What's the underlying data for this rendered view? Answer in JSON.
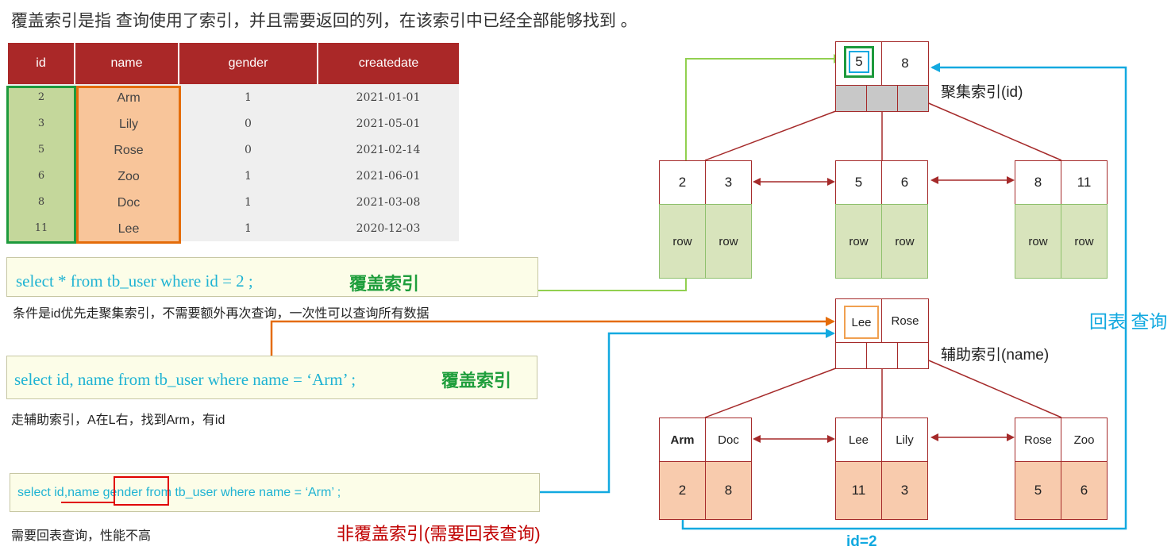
{
  "title": "覆盖索引是指 查询使用了索引，并且需要返回的列，在该索引中已经全部能够找到 。",
  "table": {
    "headers": [
      "id",
      "name",
      "gender",
      "createdate"
    ],
    "rows": [
      [
        "2",
        "Arm",
        "1",
        "2021-01-01"
      ],
      [
        "3",
        "Lily",
        "0",
        "2021-05-01"
      ],
      [
        "5",
        "Rose",
        "0",
        "2021-02-14"
      ],
      [
        "6",
        "Zoo",
        "1",
        "2021-06-01"
      ],
      [
        "8",
        "Doc",
        "1",
        "2021-03-08"
      ],
      [
        "11",
        "Lee",
        "1",
        "2020-12-03"
      ]
    ]
  },
  "queries": [
    {
      "sql": "select  *  from  tb_user  where  id  =  2 ;",
      "label": "覆盖索引",
      "note": "条件是id优先走聚集索引，不需要额外再次查询，一次性可以查询所有数据"
    },
    {
      "sql": "select  id, name  from  tb_user  where  name = ‘Arm’ ;",
      "label": "覆盖索引",
      "note": "走辅助索引，A在L右，找到Arm，有id"
    },
    {
      "sql_parts": [
        "select  ",
        "id,name ",
        "gender",
        "  from  tb_user  where  name = ‘Arm’ ;"
      ],
      "label": "非覆盖索引(需要回表查询)",
      "note": "需要回表查询，性能不高"
    }
  ],
  "clustered_index": {
    "label": "聚集索引(id)",
    "root": [
      "5",
      "8"
    ],
    "leaves": [
      {
        "keys": [
          "2",
          "3"
        ],
        "rows": [
          "row",
          "row"
        ]
      },
      {
        "keys": [
          "5",
          "6"
        ],
        "rows": [
          "row",
          "row"
        ]
      },
      {
        "keys": [
          "8",
          "11"
        ],
        "rows": [
          "row",
          "row"
        ]
      }
    ]
  },
  "secondary_index": {
    "label": "辅助索引(name)",
    "root": [
      "Lee",
      "Rose"
    ],
    "leaves": [
      {
        "keys": [
          "Arm",
          "Doc"
        ],
        "ids": [
          "2",
          "8"
        ]
      },
      {
        "keys": [
          "Lee",
          "Lily"
        ],
        "ids": [
          "11",
          "3"
        ]
      },
      {
        "keys": [
          "Rose",
          "Zoo"
        ],
        "ids": [
          "5",
          "6"
        ]
      }
    ]
  },
  "back_to_table_label": "回表 查询",
  "id_label": "id=2",
  "colors": {
    "header_red": "#aa2828",
    "tree_line": "#a52a2a",
    "green_arrow": "#92d050",
    "orange_arrow": "#e46c0a",
    "blue_arrow": "#12a9e0",
    "query_text": "#1fb3d3",
    "cover_green": "#1f9e3c",
    "non_cover_red": "#c00000"
  }
}
